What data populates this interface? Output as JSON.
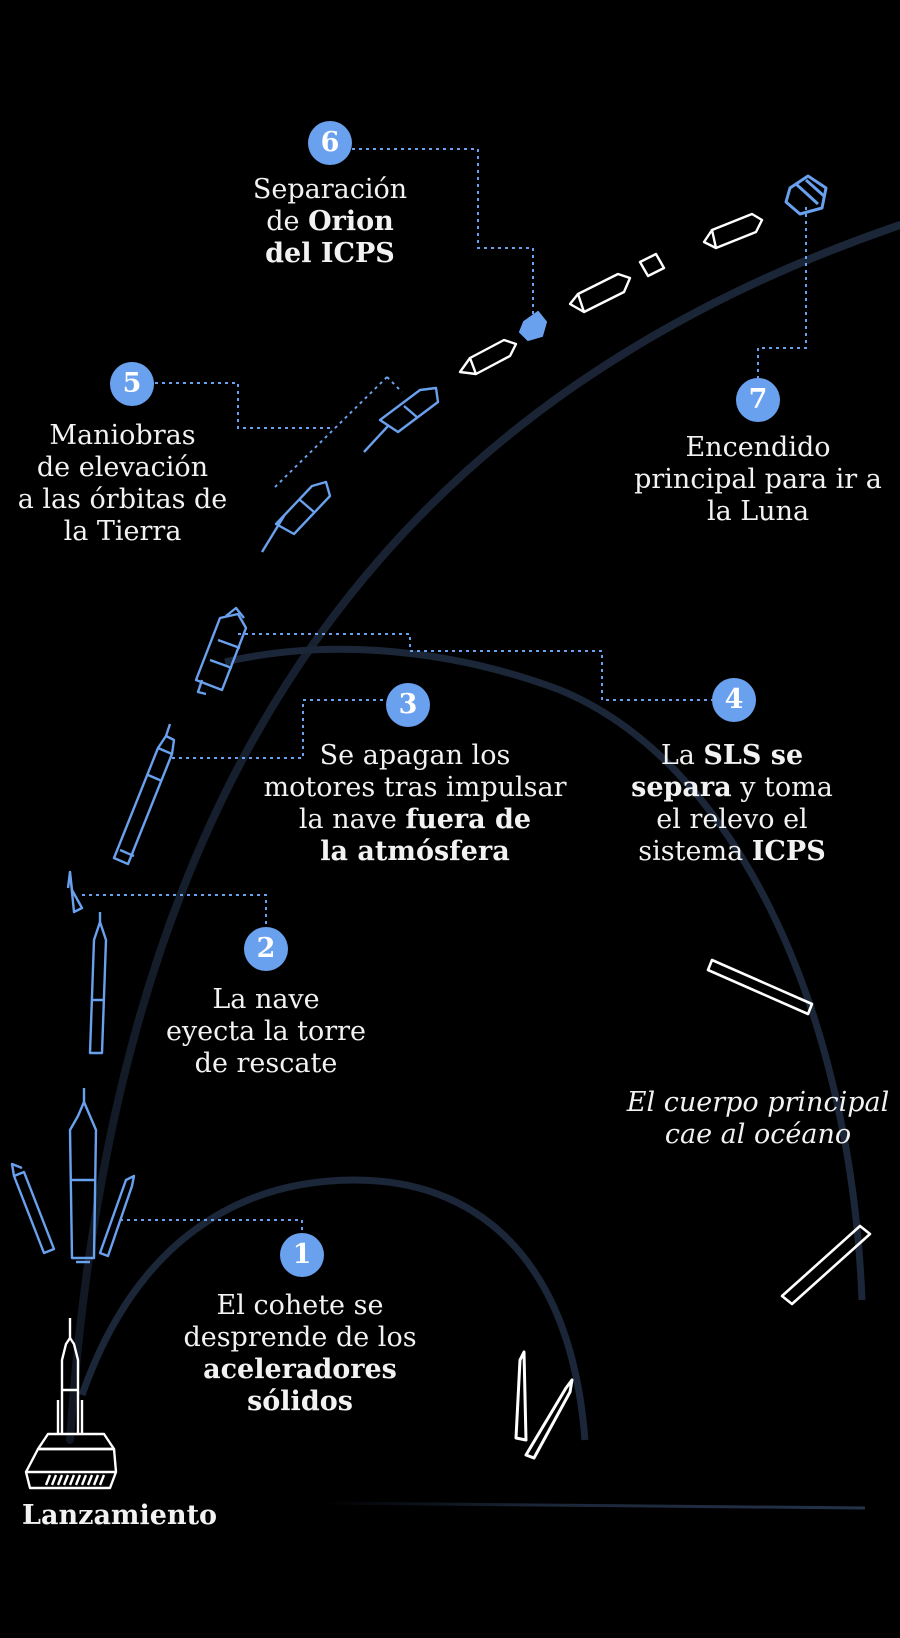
{
  "colors": {
    "background": "#000000",
    "accent": "#6aa1ee",
    "text": "#f2f2f2",
    "trajectory": "#1b2638",
    "leader_line": "#6aa1ee",
    "debris": "#ffffff"
  },
  "launch": {
    "label": "Lanzamiento"
  },
  "steps": [
    {
      "number": "1",
      "lines": [
        [
          {
            "t": "El cohete se"
          }
        ],
        [
          {
            "t": "desprende de los"
          }
        ],
        [
          {
            "t": "aceleradores",
            "b": true
          }
        ],
        [
          {
            "t": "sólidos",
            "b": true
          }
        ]
      ]
    },
    {
      "number": "2",
      "lines": [
        [
          {
            "t": "La nave"
          }
        ],
        [
          {
            "t": "eyecta la torre"
          }
        ],
        [
          {
            "t": "de rescate"
          }
        ]
      ]
    },
    {
      "number": "3",
      "lines": [
        [
          {
            "t": "Se apagan los"
          }
        ],
        [
          {
            "t": "motores tras impulsar"
          }
        ],
        [
          {
            "t": "la nave "
          },
          {
            "t": "fuera de",
            "b": true
          }
        ],
        [
          {
            "t": "la atmósfera",
            "b": true
          }
        ]
      ]
    },
    {
      "number": "4",
      "lines": [
        [
          {
            "t": "La "
          },
          {
            "t": "SLS se",
            "b": true
          }
        ],
        [
          {
            "t": "separa",
            "b": true
          },
          {
            "t": " y toma"
          }
        ],
        [
          {
            "t": "el relevo el"
          }
        ],
        [
          {
            "t": "sistema "
          },
          {
            "t": "ICPS",
            "b": true
          }
        ]
      ]
    },
    {
      "number": "5",
      "lines": [
        [
          {
            "t": "Maniobras"
          }
        ],
        [
          {
            "t": "de elevación"
          }
        ],
        [
          {
            "t": "a las órbitas de"
          }
        ],
        [
          {
            "t": "la Tierra"
          }
        ]
      ]
    },
    {
      "number": "6",
      "lines": [
        [
          {
            "t": "Separación"
          }
        ],
        [
          {
            "t": "de "
          },
          {
            "t": "Orion",
            "b": true
          }
        ],
        [
          {
            "t": "del ICPS",
            "b": true
          }
        ]
      ]
    },
    {
      "number": "7",
      "lines": [
        [
          {
            "t": "Encendido"
          }
        ],
        [
          {
            "t": "principal para ir a"
          }
        ],
        [
          {
            "t": "la Luna"
          }
        ]
      ]
    }
  ],
  "core_fall": {
    "lines": [
      [
        {
          "t": "El cuerpo principal"
        }
      ],
      [
        {
          "t": "cae al océano"
        }
      ]
    ]
  },
  "icons": [
    "launch-pad-icon",
    "rocket-with-boosters-icon",
    "solid-booster-icon",
    "rocket-core-icon",
    "escape-tower-icon",
    "core-stage-icon",
    "orion-icps-icon",
    "orion-capsule-icon",
    "icps-stage-icon"
  ]
}
